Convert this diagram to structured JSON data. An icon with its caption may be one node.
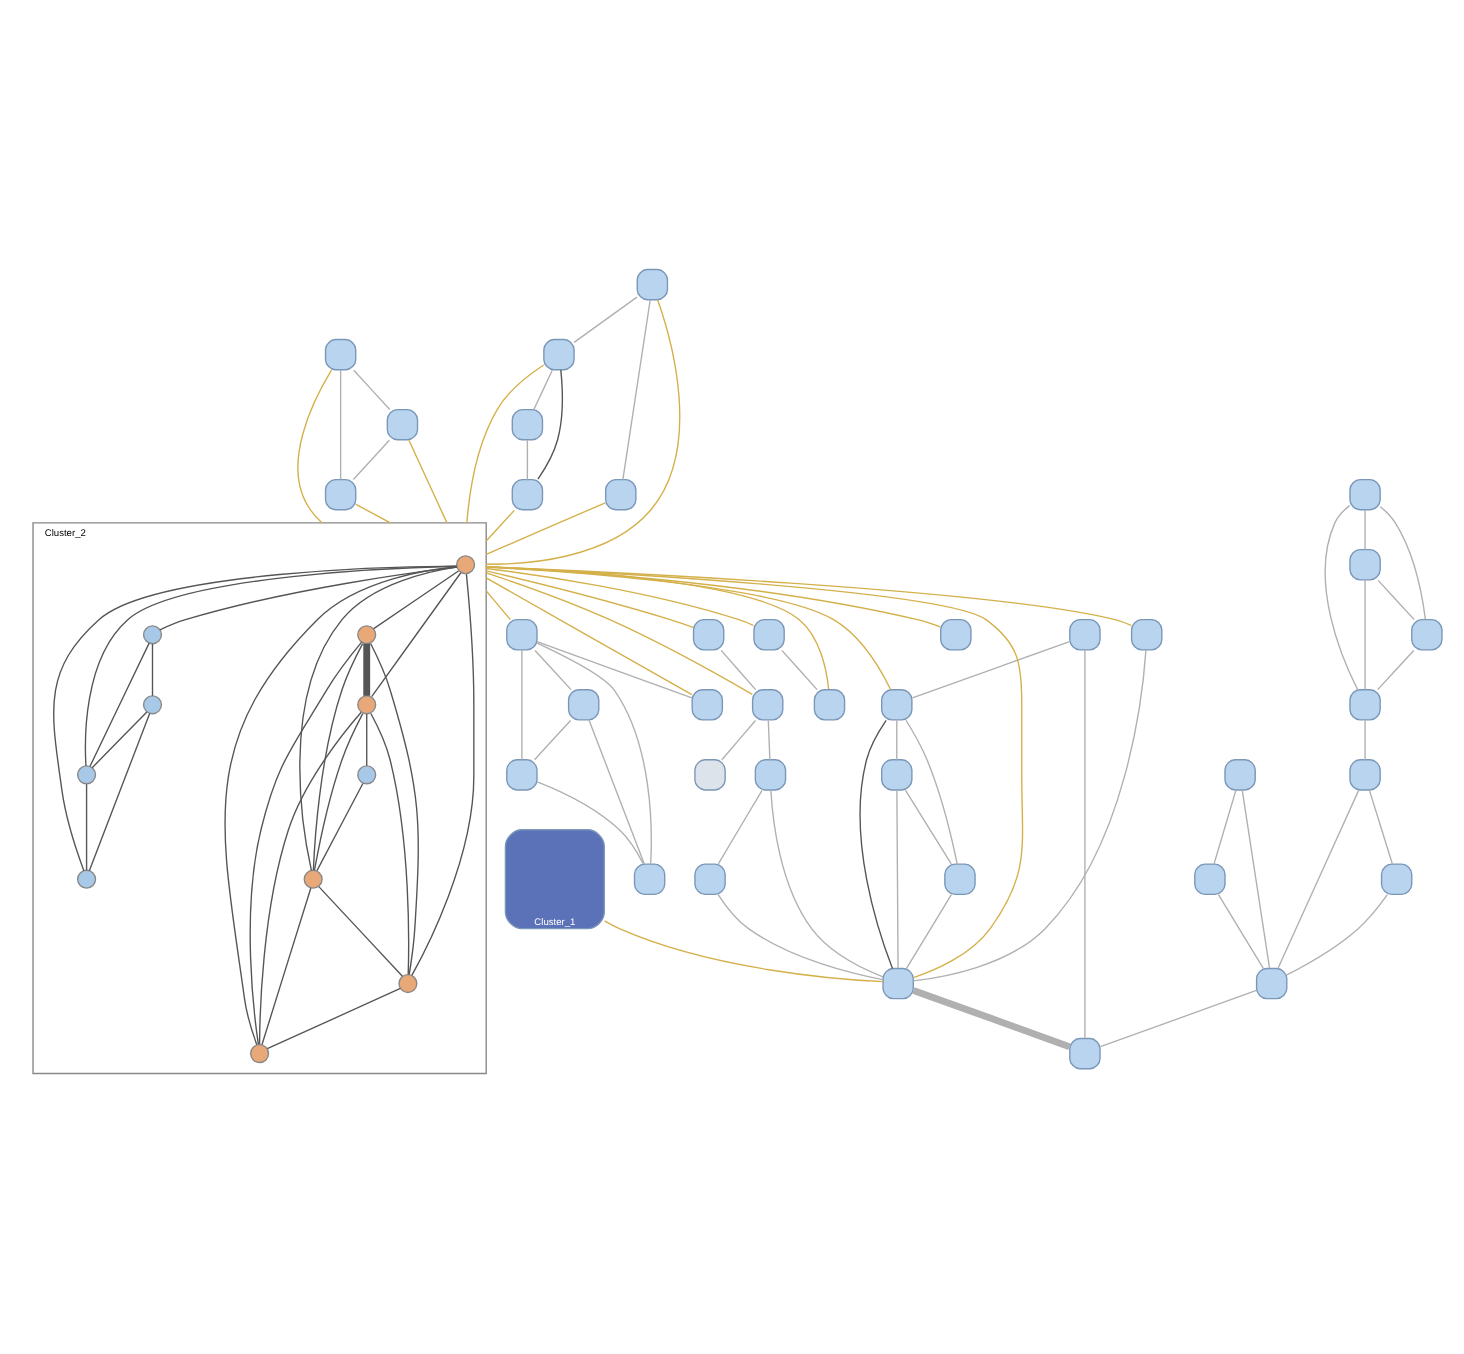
{
  "diagram": {
    "nodes": [
      {
        "text": [],
        "shape": "box"
      },
      {
        "text": [],
        "shape": "box"
      },
      {
        "text": [],
        "shape": "box"
      },
      {
        "text": [],
        "shape": "box"
      },
      {
        "text": [],
        "shape": "box"
      },
      {
        "text": [
          "Cluster_1"
        ]
      },
      {
        "text": [],
        "shape": "box"
      },
      {
        "text": [],
        "shape": "box"
      },
      {
        "text": [],
        "shape": "box"
      },
      {
        "text": [
          "Cluster_2"
        ]
      },
      {
        "text": [],
        "shape": "circle",
        "in": 9
      },
      {
        "text": [],
        "shape": "circle",
        "in": 9
      },
      {
        "text": [],
        "shape": "circle",
        "in": 9
      },
      {
        "text": [],
        "shape": "circle",
        "in": 9
      },
      {
        "text": [],
        "shape": "circle",
        "in": 9
      },
      {
        "text": [],
        "shape": "circle",
        "in": 9
      },
      {
        "text": [],
        "shape": "circle",
        "in": 9
      },
      {
        "text": [],
        "shape": "circle",
        "in": 9
      },
      {
        "text": [],
        "shape": "circle",
        "in": 9
      },
      {
        "text": [],
        "shape": "circle",
        "in": 9
      },
      {
        "text": [],
        "shape": "circle",
        "in": 9
      },
      {
        "text": [],
        "shape": "box"
      },
      {
        "text": [],
        "shape": "box"
      },
      {
        "text": [],
        "shape": "box"
      },
      {
        "text": [],
        "shape": "box"
      },
      {
        "text": [],
        "shape": "box"
      },
      {
        "text": [],
        "shape": "box"
      },
      {
        "text": [],
        "shape": "box"
      },
      {
        "text": [],
        "shape": "box"
      },
      {
        "text": [],
        "shape": "box"
      },
      {
        "text": [],
        "shape": "box"
      },
      {
        "text": [],
        "shape": "box"
      },
      {
        "text": [],
        "shape": "box"
      },
      {
        "text": [],
        "shape": "box"
      },
      {
        "text": [],
        "shape": "box"
      },
      {
        "text": [],
        "shape": "box"
      },
      {
        "text": [],
        "shape": "box"
      },
      {
        "text": [],
        "shape": "box"
      },
      {
        "text": [],
        "shape": "box"
      },
      {
        "text": [],
        "shape": "box"
      },
      {
        "text": [],
        "shape": "box"
      },
      {
        "text": [],
        "shape": "box"
      },
      {
        "text": [],
        "shape": "box"
      },
      {
        "text": [],
        "shape": "box"
      },
      {
        "text": [],
        "shape": "box"
      },
      {
        "text": [],
        "shape": "box"
      },
      {
        "text": [],
        "shape": "box"
      },
      {
        "text": [],
        "shape": "box"
      },
      {
        "text": [],
        "shape": "box"
      },
      {
        "text": [],
        "shape": "box"
      }
    ],
    "edges": [
      {
        "from": 0,
        "to": 1,
        "arrow": "none"
      },
      {
        "from": 0,
        "to": 48,
        "arrow": "none"
      },
      {
        "from": 1,
        "to": 2,
        "arrow": "none"
      },
      {
        "from": 2,
        "to": 3,
        "arrow": "none"
      },
      {
        "from": 1,
        "to": 3,
        "arrow": "none"
      },
      {
        "from": 1,
        "to": 8,
        "arrow": "none",
        "color": "#555555"
      },
      {
        "from": 2,
        "to": 8,
        "arrow": "none"
      },
      {
        "from": 5,
        "to": 8,
        "arrow": "none",
        "color": "#d4b04a"
      },
      {
        "from": 3,
        "to": 8,
        "arrow": "none"
      },
      {
        "from": 8,
        "to": 48,
        "arrow": "none",
        "style": "thick"
      },
      {
        "from": 21,
        "to": 8,
        "arrow": "none"
      },
      {
        "from": 9,
        "to": 21,
        "arrow": "none",
        "color": "#d4b04a"
      },
      {
        "from": 9,
        "to": 8,
        "arrow": "none",
        "color": "#d4b04a"
      },
      {
        "from": 9,
        "to": 1,
        "arrow": "none",
        "color": "#d4b04a"
      },
      {
        "from": 4,
        "to": 6,
        "arrow": "none"
      },
      {
        "from": 6,
        "to": 7,
        "arrow": "none"
      },
      {
        "from": 4,
        "to": 7,
        "arrow": "none"
      },
      {
        "from": 4,
        "to": 9,
        "arrow": "none",
        "color": "#d4b04a"
      },
      {
        "from": 6,
        "to": 9,
        "arrow": "none",
        "color": "#d4b04a"
      },
      {
        "from": 7,
        "to": 9,
        "arrow": "none",
        "color": "#d4b04a"
      },
      {
        "from": 22,
        "to": 24,
        "arrow": "none"
      },
      {
        "from": 22,
        "to": 23,
        "arrow": "none"
      },
      {
        "from": 23,
        "to": 30,
        "arrow": "none",
        "color": "#555555"
      },
      {
        "from": 23,
        "to": 29,
        "arrow": "none"
      },
      {
        "from": 29,
        "to": 30,
        "arrow": "none"
      },
      {
        "from": 22,
        "to": 9,
        "arrow": "none",
        "color": "#d4b04a"
      },
      {
        "from": 23,
        "to": 9,
        "arrow": "none",
        "color": "#d4b04a"
      },
      {
        "from": 24,
        "to": 9,
        "arrow": "none",
        "color": "#d4b04a"
      },
      {
        "from": 30,
        "to": 9,
        "arrow": "none",
        "color": "#d4b04a"
      },
      {
        "from": 9,
        "to": 34,
        "arrow": "none",
        "color": "#d4b04a"
      },
      {
        "from": 9,
        "to": 31,
        "arrow": "none",
        "color": "#d4b04a"
      },
      {
        "from": 9,
        "to": 32,
        "arrow": "none",
        "color": "#d4b04a"
      },
      {
        "from": 31,
        "to": 32,
        "arrow": "none"
      },
      {
        "from": 9,
        "to": 26,
        "arrow": "none",
        "color": "#d4b04a"
      },
      {
        "from": 9,
        "to": 27,
        "arrow": "none",
        "color": "#d4b04a"
      },
      {
        "from": 26,
        "to": 27,
        "arrow": "none"
      },
      {
        "from": 27,
        "to": 28,
        "arrow": "none"
      },
      {
        "from": 27,
        "to": 33,
        "arrow": "none"
      },
      {
        "from": 28,
        "to": 25,
        "arrow": "none"
      },
      {
        "from": 25,
        "to": 8,
        "arrow": "none"
      },
      {
        "from": 28,
        "to": 8,
        "arrow": "none"
      },
      {
        "from": 36,
        "to": 37,
        "arrow": "none"
      },
      {
        "from": 36,
        "to": 40,
        "arrow": "none"
      },
      {
        "from": 36,
        "to": 41,
        "arrow": "none"
      },
      {
        "from": 40,
        "to": 41,
        "arrow": "none"
      },
      {
        "from": 40,
        "to": 43,
        "arrow": "none"
      },
      {
        "from": 41,
        "to": 43,
        "arrow": "none"
      },
      {
        "from": 36,
        "to": 43,
        "arrow": "none"
      },
      {
        "from": 9,
        "to": 36,
        "arrow": "none",
        "color": "#d4b04a"
      },
      {
        "from": 9,
        "to": 37,
        "arrow": "none",
        "color": "#d4b04a"
      },
      {
        "from": 35,
        "to": 39,
        "arrow": "none"
      },
      {
        "from": 35,
        "to": 42,
        "arrow": "none"
      },
      {
        "from": 35,
        "to": 38,
        "arrow": "none"
      },
      {
        "from": 38,
        "to": 39,
        "arrow": "none"
      },
      {
        "from": 38,
        "to": 42,
        "arrow": "none"
      },
      {
        "from": 39,
        "to": 42,
        "arrow": "none"
      },
      {
        "from": 42,
        "to": 44,
        "arrow": "none"
      },
      {
        "from": 44,
        "to": 45,
        "arrow": "none"
      },
      {
        "from": 44,
        "to": 47,
        "arrow": "none"
      },
      {
        "from": 45,
        "to": 47,
        "arrow": "none"
      },
      {
        "from": 46,
        "to": 47,
        "arrow": "none"
      },
      {
        "from": 46,
        "to": 49,
        "arrow": "none"
      },
      {
        "from": 49,
        "to": 47,
        "arrow": "none"
      },
      {
        "from": 47,
        "to": 48,
        "arrow": "none"
      },
      {
        "from": 11,
        "to": 13,
        "arrow": "none",
        "color": "#555555",
        "style": "thick"
      },
      {
        "from": 11,
        "to": 17,
        "arrow": "none",
        "color": "#555555"
      },
      {
        "from": 11,
        "to": 19,
        "arrow": "none",
        "color": "#555555"
      },
      {
        "from": 11,
        "to": 20,
        "arrow": "none",
        "color": "#555555"
      },
      {
        "from": 10,
        "to": 11,
        "arrow": "none",
        "color": "#555555"
      },
      {
        "from": 10,
        "to": 12,
        "arrow": "none",
        "color": "#555555"
      },
      {
        "from": 10,
        "to": 13,
        "arrow": "none",
        "color": "#555555"
      },
      {
        "from": 10,
        "to": 17,
        "arrow": "none",
        "color": "#555555"
      },
      {
        "from": 10,
        "to": 19,
        "arrow": "none",
        "color": "#555555"
      },
      {
        "from": 10,
        "to": 20,
        "arrow": "none",
        "color": "#555555"
      },
      {
        "from": 10,
        "to": 18,
        "arrow": "none",
        "color": "#555555"
      },
      {
        "from": 10,
        "to": 16,
        "arrow": "none",
        "color": "#555555"
      },
      {
        "from": 12,
        "to": 14,
        "arrow": "none",
        "color": "#555555"
      },
      {
        "from": 12,
        "to": 16,
        "arrow": "none",
        "color": "#555555"
      },
      {
        "from": 14,
        "to": 16,
        "arrow": "none",
        "color": "#555555"
      },
      {
        "from": 14,
        "to": 18,
        "arrow": "none",
        "color": "#555555"
      },
      {
        "from": 16,
        "to": 18,
        "arrow": "none",
        "color": "#555555"
      },
      {
        "from": 13,
        "to": 15,
        "arrow": "none",
        "color": "#555555"
      },
      {
        "from": 13,
        "to": 17,
        "arrow": "none",
        "color": "#555555"
      },
      {
        "from": 13,
        "to": 19,
        "arrow": "none",
        "color": "#555555"
      },
      {
        "from": 13,
        "to": 20,
        "arrow": "none",
        "color": "#555555"
      },
      {
        "from": 15,
        "to": 17,
        "arrow": "none",
        "color": "#555555"
      },
      {
        "from": 17,
        "to": 19,
        "arrow": "none",
        "color": "#555555"
      },
      {
        "from": 17,
        "to": 20,
        "arrow": "none",
        "color": "#555555"
      },
      {
        "from": 19,
        "to": 20,
        "arrow": "none",
        "color": "#555555"
      }
    ]
  }
}
